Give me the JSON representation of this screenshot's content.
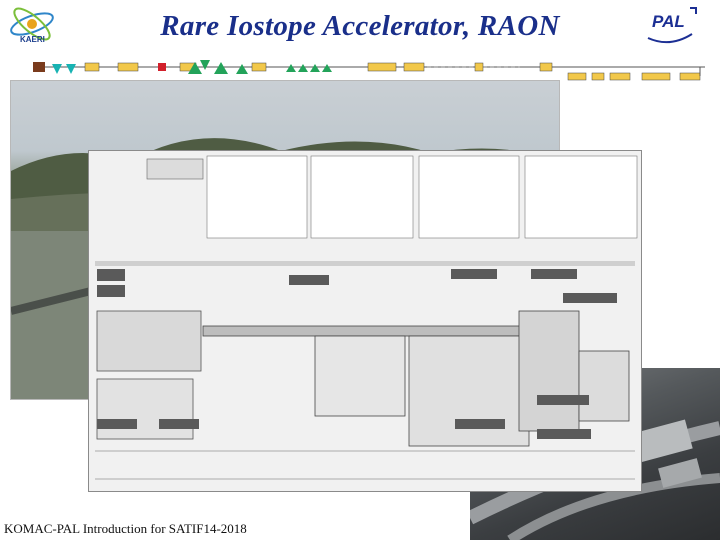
{
  "title": "Rare Iostope Accelerator, RAON",
  "logos": {
    "left_text": "KAERI",
    "right_text": "PAL"
  },
  "footer": "KOMAC-PAL Introduction for SATIF14-2018",
  "colors": {
    "title": "#1a2f8a",
    "beamline_block": "#f2c84a",
    "beamline_red": "#d2202b",
    "beamline_green": "#23a35a",
    "beamline_cyan": "#18b3b3"
  },
  "images": {
    "aerial_rendering": "aerial rendering of accelerator site with mountains",
    "floor_plan": "accelerator facility floor plan drawing",
    "site_photo": "aerial photo of construction site"
  }
}
